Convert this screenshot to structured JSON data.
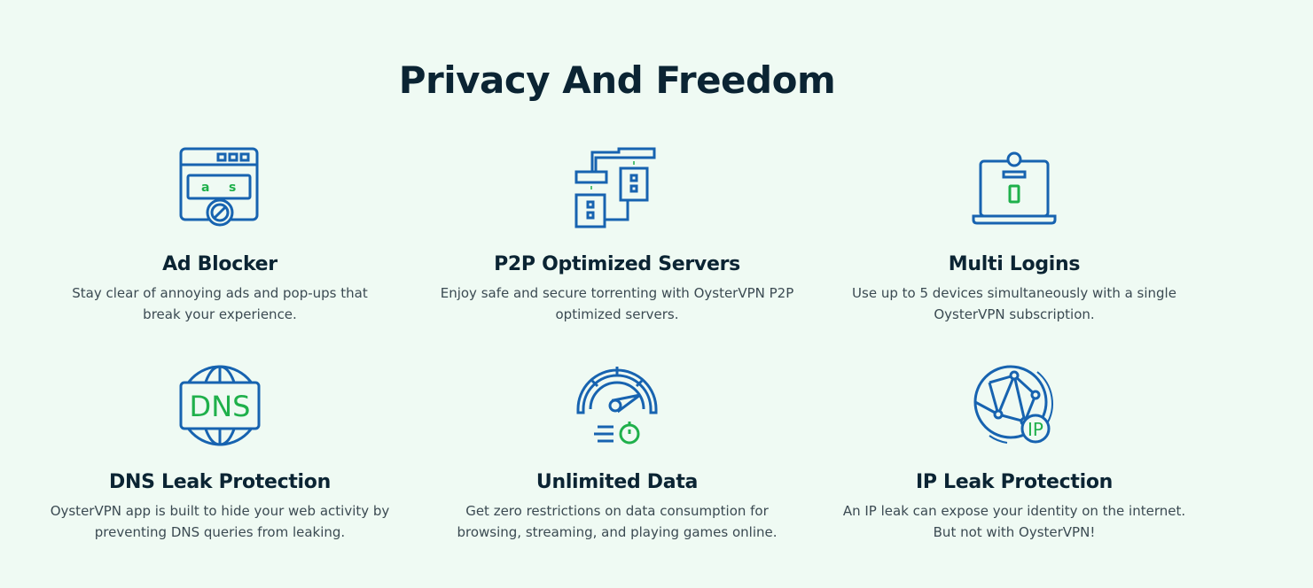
{
  "title": "Privacy And Freedom",
  "features": [
    {
      "icon": "ad-blocker-icon",
      "title": "Ad Blocker",
      "desc": "Stay clear of annoying ads and pop-ups that break your experience.",
      "icon_text": "a s"
    },
    {
      "icon": "p2p-servers-icon",
      "title": "P2P Optimized Servers",
      "desc": "Enjoy safe and secure torrenting with OysterVPN P2P optimized servers."
    },
    {
      "icon": "multi-device-icon",
      "title": "Multi Logins",
      "desc": "Use up to 5 devices simultaneously with a single OysterVPN subscription."
    },
    {
      "icon": "dns-globe-icon",
      "title": "DNS Leak Protection",
      "desc": "OysterVPN app is built to hide your web activity by preventing DNS queries from leaking.",
      "icon_text": "DNS"
    },
    {
      "icon": "speedometer-icon",
      "title": "Unlimited Data",
      "desc": "Get zero restrictions on data consumption for browsing, streaming, and playing games online."
    },
    {
      "icon": "ip-globe-icon",
      "title": "IP Leak Protection",
      "desc": "An IP leak can expose your identity on the internet. But not with OysterVPN!",
      "icon_text": "IP"
    }
  ],
  "colors": {
    "blue": "#1763b0",
    "green": "#1fb04b",
    "text": "#0b2433"
  }
}
